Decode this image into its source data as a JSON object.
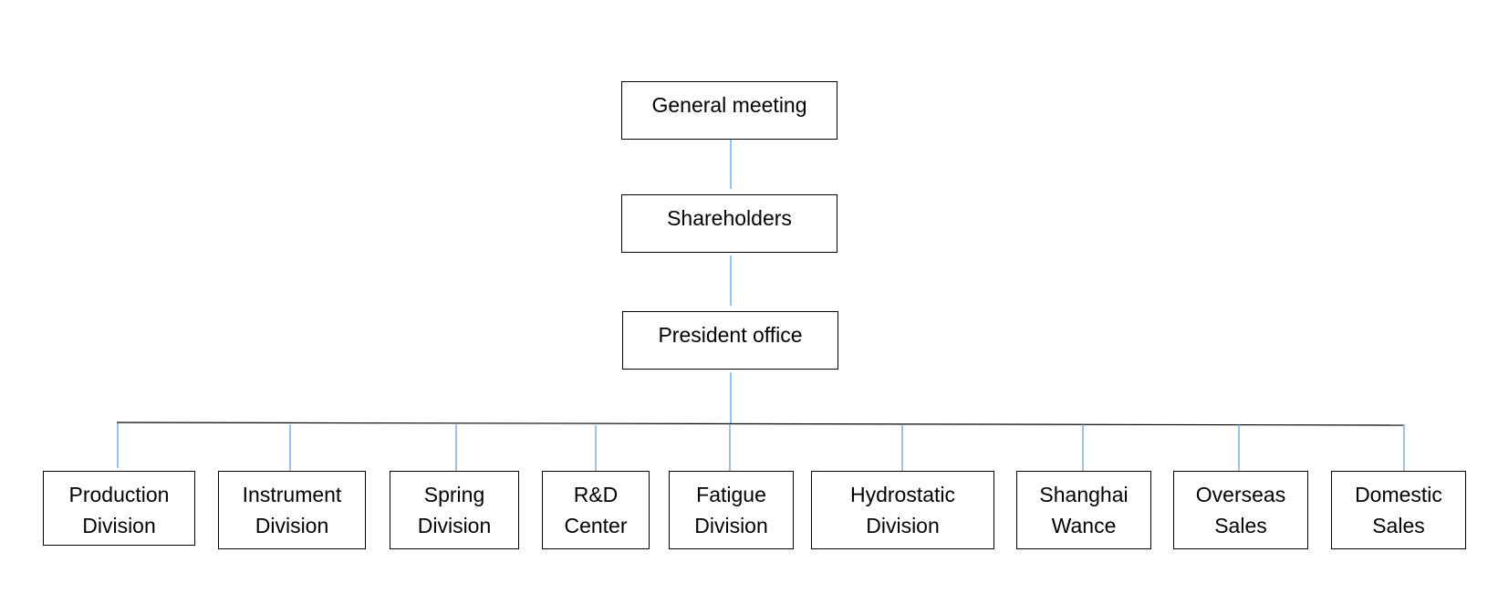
{
  "diagram": {
    "type": "org-chart",
    "colors": {
      "box_border": "#000000",
      "connector": "#5b9bd5",
      "branch_bar": "#000000",
      "background": "#ffffff"
    },
    "top_nodes": [
      {
        "id": "general-meeting",
        "label": "General meeting"
      },
      {
        "id": "shareholders",
        "label": "Shareholders"
      },
      {
        "id": "president-office",
        "label": "President office"
      }
    ],
    "divisions": [
      {
        "id": "production-division",
        "lines": [
          "Production",
          "Division"
        ]
      },
      {
        "id": "instrument-division",
        "lines": [
          "Instrument",
          "Division"
        ]
      },
      {
        "id": "spring-division",
        "lines": [
          "Spring",
          "Division"
        ]
      },
      {
        "id": "rd-center",
        "lines": [
          "R&D",
          "Center"
        ]
      },
      {
        "id": "fatigue-division",
        "lines": [
          "Fatigue",
          "Division"
        ]
      },
      {
        "id": "hydrostatic-division",
        "lines": [
          "Hydrostatic",
          "Division"
        ]
      },
      {
        "id": "shanghai-wance",
        "lines": [
          "Shanghai",
          "Wance"
        ]
      },
      {
        "id": "overseas-sales",
        "lines": [
          "Overseas",
          "Sales"
        ]
      },
      {
        "id": "domestic-sales",
        "lines": [
          "Domestic",
          "Sales"
        ]
      }
    ]
  }
}
